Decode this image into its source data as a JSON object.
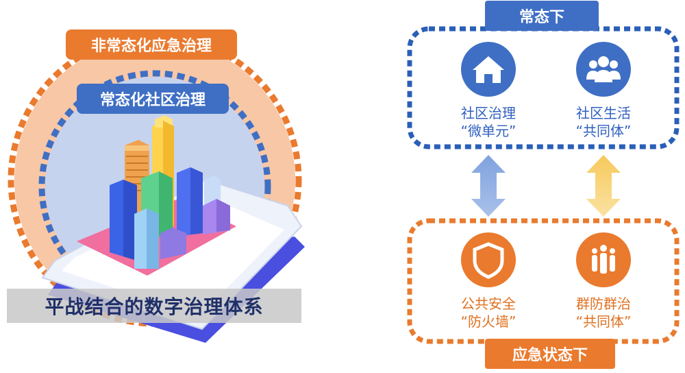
{
  "left": {
    "outer_label": "非常态化应急治理",
    "inner_label": "常态化社区治理",
    "caption": "平战结合的数字治理体系"
  },
  "normal": {
    "title": "常态下",
    "items": [
      {
        "line1": "社区治理",
        "line2": "“微单元”",
        "icon": "house-icon"
      },
      {
        "line1": "社区生活",
        "line2": "“共同体”",
        "icon": "people-group-icon"
      }
    ]
  },
  "emergency": {
    "title": "应急状态下",
    "items": [
      {
        "line1": "公共安全",
        "line2": "“防火墙”",
        "icon": "shield-icon"
      },
      {
        "line1": "群防群治",
        "line2": "“共同体”",
        "icon": "crowd-icon"
      }
    ]
  },
  "colors": {
    "orange": "#ea7a2e",
    "blue": "#3f6fc4",
    "light_orange": "#f8c7a6",
    "light_blue": "#c6d3ef"
  }
}
